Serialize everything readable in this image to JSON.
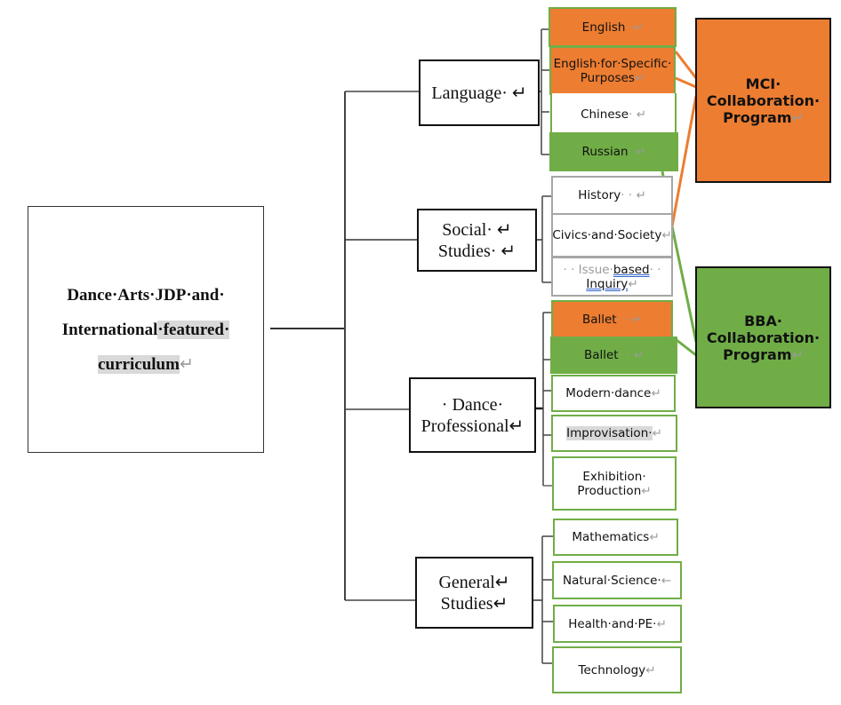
{
  "root": {
    "lines": [
      "Dance·Arts·JDP·and·",
      "International",
      "·featured·",
      "curriculum"
    ],
    "pilcrow": "↵"
  },
  "categories": [
    {
      "id": "language",
      "lines": [
        "Language· ↵"
      ]
    },
    {
      "id": "social",
      "lines": [
        "Social· ↵",
        "Studies· ↵"
      ]
    },
    {
      "id": "dance",
      "lines": [
        "· Dance·",
        "Professional↵"
      ]
    },
    {
      "id": "general",
      "lines": [
        "General↵",
        "Studies↵"
      ]
    }
  ],
  "leaves": {
    "language": [
      {
        "label": "English",
        "suffix": "· ↵",
        "fill": "orange",
        "program": "MCI"
      },
      {
        "label": "English·for·Specific·",
        "label2": "Purposes",
        "suffix": "↵",
        "fill": "orange",
        "program": "MCI"
      },
      {
        "label": "Chinese",
        "suffix": "· ↵",
        "fill": "white",
        "program": ""
      },
      {
        "label": "Russian",
        "suffix": "· ↵",
        "fill": "green",
        "program": "BBA"
      }
    ],
    "social": [
      {
        "label": "History",
        "suffix": "· · ↵",
        "fill": "white",
        "program": ""
      },
      {
        "label": "Civics·and·Society",
        "suffix": "↵",
        "fill": "white",
        "program": "MCI/BBA"
      },
      {
        "prefix": "· · Issue·",
        "underlined": "based",
        "suffix": "· ·",
        "label2": "Inquiry",
        "suffix2": "↵",
        "fill": "white",
        "program": ""
      }
    ],
    "dance": [
      {
        "label": "Ballet",
        "suffix": "· · ↵",
        "fill": "orange",
        "program": "MCI"
      },
      {
        "label": "Ballet",
        "suffix": "· · ↵",
        "fill": "green",
        "program": "BBA"
      },
      {
        "label": "Modern·dance",
        "suffix": "↵",
        "fill": "white",
        "program": ""
      },
      {
        "label": "Improvisation·",
        "suffix": " ↵",
        "fill": "white",
        "program": ""
      },
      {
        "label": "Exhibition·",
        "label2": "Production",
        "suffix": "↵",
        "fill": "white",
        "program": ""
      }
    ],
    "general": [
      {
        "label": "Mathematics",
        "suffix": "↵",
        "fill": "white",
        "program": ""
      },
      {
        "label": "Natural·Science·",
        "suffix": " ←",
        "fill": "white",
        "program": ""
      },
      {
        "label": "Health·and·PE·",
        "suffix": " ↵",
        "fill": "white",
        "program": ""
      },
      {
        "label": "Technology",
        "suffix": "↵",
        "fill": "white",
        "program": ""
      }
    ]
  },
  "programs": {
    "mci": {
      "lines": [
        "MCI·",
        "Collaboration·",
        "Program"
      ],
      "suffix": "↵",
      "color": "#ed7d31"
    },
    "bba": {
      "lines": [
        "BBA·",
        "Collaboration·",
        "Program"
      ],
      "suffix": "↵",
      "color": "#70ad47"
    }
  },
  "colors": {
    "orange": "#ed7d31",
    "green": "#70ad47",
    "gray_border": "#a6a6a6",
    "connector": "#333333"
  }
}
